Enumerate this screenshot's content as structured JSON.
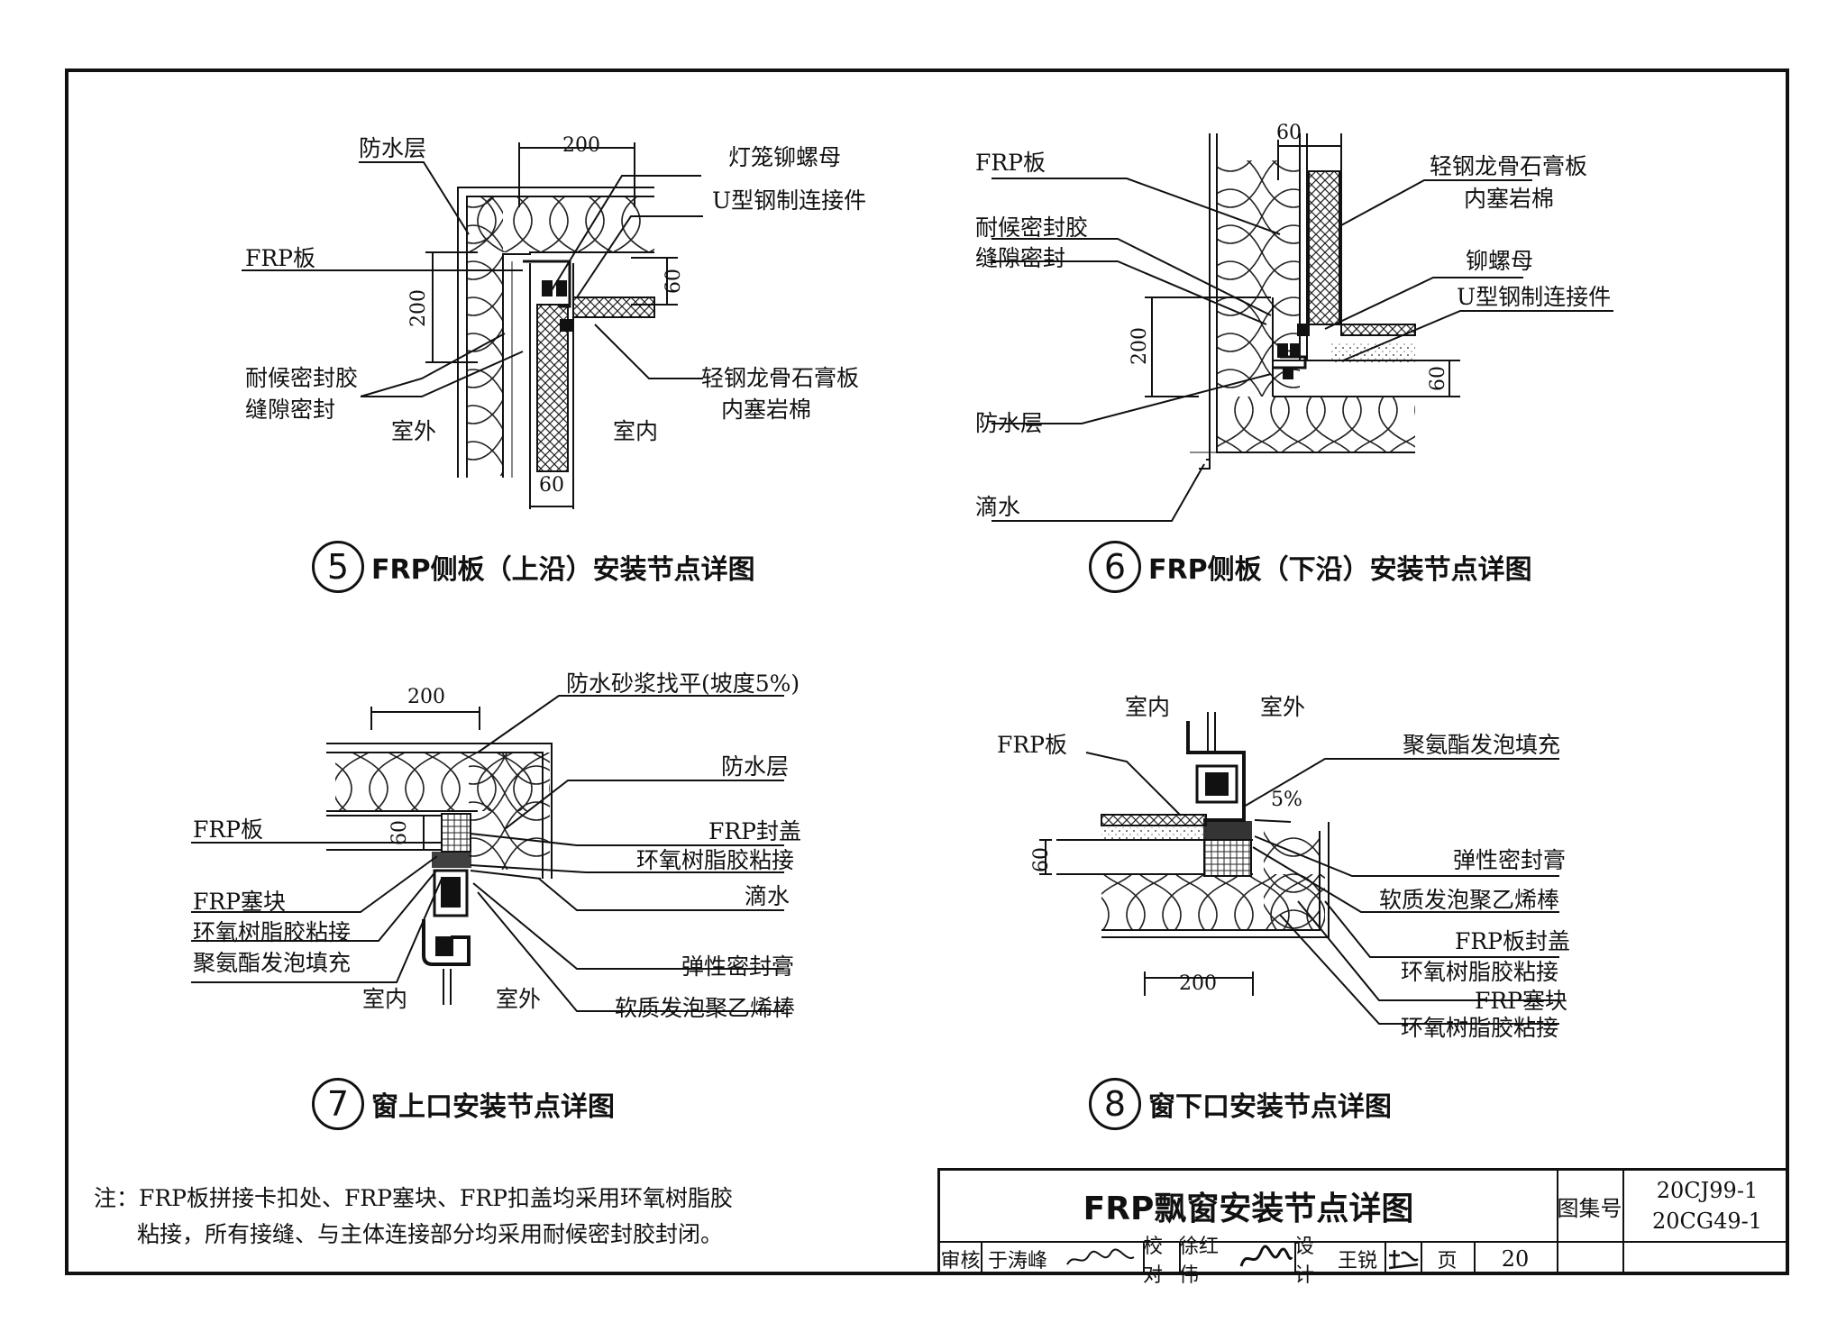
{
  "details": [
    {
      "number": "5",
      "title": "FRP侧板（上沿）安装节点详图",
      "labels": [
        "防水层",
        "灯笼铆螺母",
        "U型钢制连接件",
        "FRP板",
        "耐候密封胶",
        "缝隙密封",
        "轻钢龙骨石膏板",
        "内塞岩棉",
        "室外",
        "室内"
      ],
      "dims": [
        "200",
        "200",
        "60",
        "60"
      ]
    },
    {
      "number": "6",
      "title": "FRP侧板（下沿）安装节点详图",
      "labels": [
        "FRP板",
        "轻钢龙骨石膏板",
        "内塞岩棉",
        "耐候密封胶",
        "缝隙密封",
        "铆螺母",
        "U型钢制连接件",
        "防水层",
        "滴水"
      ],
      "dims": [
        "60",
        "200",
        "60"
      ]
    },
    {
      "number": "7",
      "title": "窗上口安装节点详图",
      "labels": [
        "防水砂浆找平(坡度5%)",
        "防水层",
        "FRP板",
        "FRP封盖",
        "环氧树脂胶粘接",
        "滴水",
        "FRP塞块",
        "环氧树脂胶粘接",
        "聚氨酯发泡填充",
        "弹性密封膏",
        "室内",
        "室外",
        "软质发泡聚乙烯棒"
      ],
      "dims": [
        "200",
        "60"
      ]
    },
    {
      "number": "8",
      "title": "窗下口安装节点详图",
      "labels": [
        "室内",
        "室外",
        "FRP板",
        "聚氨酯发泡填充",
        "5%",
        "弹性密封膏",
        "软质发泡聚乙烯棒",
        "FRP板封盖",
        "环氧树脂胶粘接",
        "FRP塞块",
        "环氧树脂胶粘接"
      ],
      "dims": [
        "60",
        "200"
      ]
    }
  ],
  "note": {
    "line1": "注：FRP板拼接卡扣处、FRP塞块、FRP扣盖均采用环氧树脂胶",
    "line2": "粘接，所有接缝、与主体连接部分均采用耐候密封胶封闭。"
  },
  "title_block": {
    "drawing_title": "FRP飘窗安装节点详图",
    "atlas_label": "图集号",
    "atlas_no_1": "20CJ99-1",
    "atlas_no_2": "20CG49-1",
    "review_label": "审核",
    "reviewer": "于涛峰",
    "check_label": "校对",
    "checker": "徐红伟",
    "design_label": "设计",
    "designer": "王锐",
    "page_label": "页",
    "page_no": "20"
  }
}
